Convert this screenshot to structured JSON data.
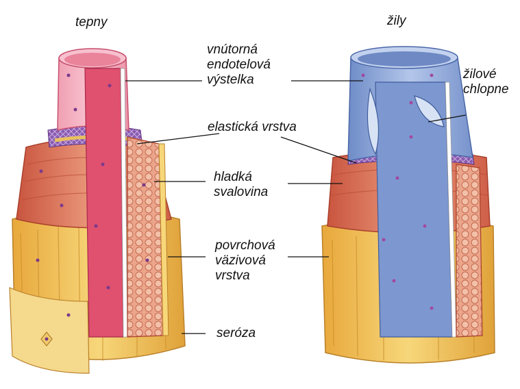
{
  "titles": {
    "arteries": "tepny",
    "veins": "žily"
  },
  "labels": {
    "endothelium": [
      "vnútorná",
      "endotelová",
      "výstelka"
    ],
    "elastic": "elastická vrstva",
    "smooth_muscle": [
      "hladká",
      "svalovina"
    ],
    "fibrous": [
      "povrchová",
      "väzivová",
      "vrstva"
    ],
    "serosa": "seróza",
    "valves": [
      "žilové",
      "chlopne"
    ]
  },
  "colors": {
    "lumen_pink": "#e86f86",
    "lumen_pink_dark": "#c93a5c",
    "endo_pink": "#f4a7b6",
    "elastic_purple": "#7a4ea0",
    "muscle_red": "#d96a4f",
    "muscle_light": "#eba58a",
    "fibrous_yellow": "#f2c45a",
    "fibrous_dark": "#d9962e",
    "vein_blue": "#8fa9d8",
    "vein_blue_dark": "#5f7fbf",
    "nucleus": "#7a3a8a"
  }
}
